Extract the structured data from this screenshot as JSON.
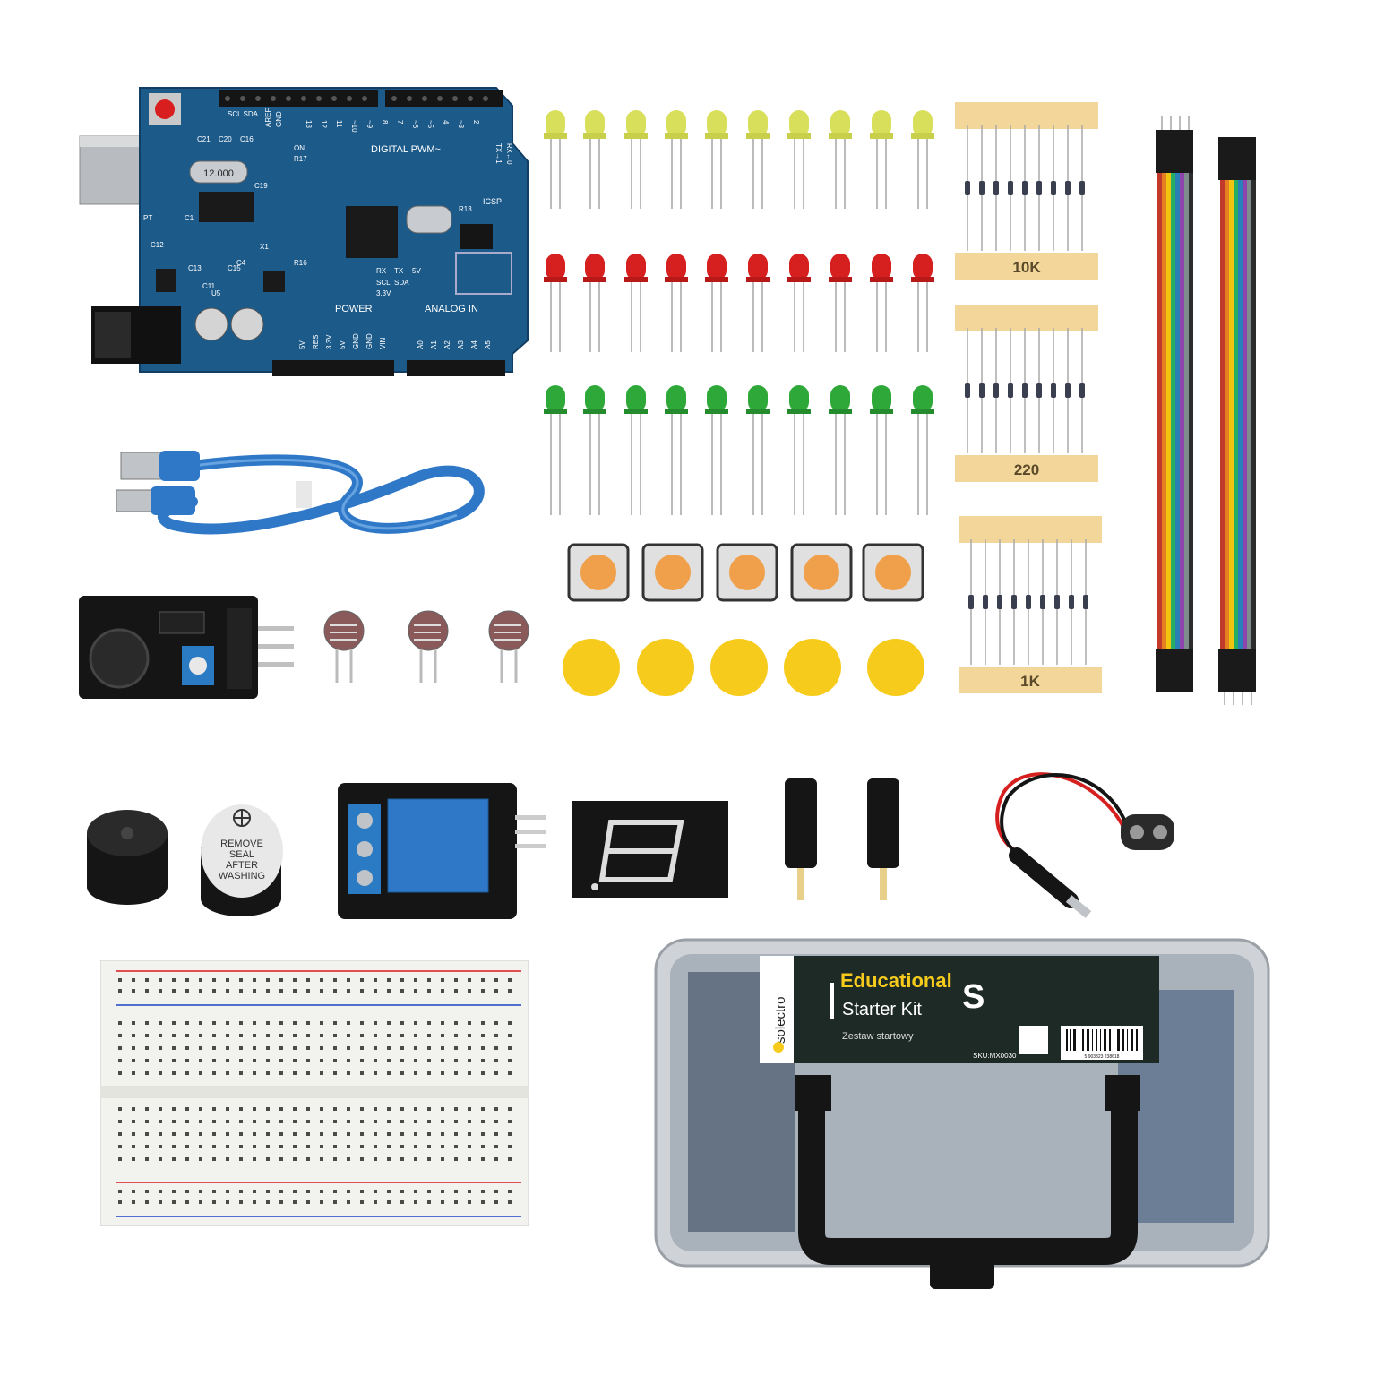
{
  "board": {
    "labels": {
      "crystal": "12.000",
      "digital": "DIGITAL PWM~",
      "power": "POWER",
      "analog": "ANALOG IN",
      "icsp": "ICSP",
      "tx": "TX→1",
      "rx": "RX←0",
      "scl_sda": "SCL SDA",
      "aref": "AREF",
      "gnd": "GND",
      "rx2": "RX",
      "tx2": "TX",
      "v5": "5V",
      "scl": "SCL",
      "sda": "SDA",
      "v33": "3.3V",
      "c21": "C21",
      "c20": "C20",
      "c16": "C16",
      "c19": "C19",
      "c12": "C12",
      "c13": "C13",
      "c15": "C15",
      "c11": "C11",
      "c4": "C4",
      "c1": "C1",
      "x1": "X1",
      "r13": "R13",
      "r16": "R16",
      "r17": "R17",
      "on": "ON",
      "pt": "PT",
      "u5": "U5"
    },
    "digital_pins": [
      "13",
      "12",
      "11",
      "~10",
      "~9",
      "8",
      "7",
      "~6",
      "~5",
      "4",
      "~3",
      "2"
    ],
    "power_pins": [
      "5V",
      "RES",
      "3.3V",
      "5V",
      "GND",
      "GND",
      "VIN"
    ],
    "analog_pins": [
      "A0",
      "A1",
      "A2",
      "A3",
      "A4",
      "A5"
    ]
  },
  "resistors": [
    {
      "label": "10K"
    },
    {
      "label": "220"
    },
    {
      "label": "1K"
    }
  ],
  "buzzer_sticker": {
    "line1": "REMOVE",
    "line2": "SEAL",
    "line3": "AFTER",
    "line4": "WASHING"
  },
  "kit_box": {
    "brand": "solectro",
    "title_line1": "Educational",
    "title_line2": "Starter Kit",
    "size_letter": "S",
    "subtitle": "Zestaw startowy",
    "sku": "SKU:MX0030",
    "barcode": "5 903323 238618"
  },
  "colors": {
    "board_blue": "#1c5a8a",
    "led_yellow": "#d8df5a",
    "led_red": "#d62020",
    "led_green": "#2fa83a",
    "button_cap": "#f0a04a",
    "cap_yellow": "#f6cb1c",
    "resistor_tape": "#f3d79a",
    "usb_blue": "#2f78c8"
  }
}
